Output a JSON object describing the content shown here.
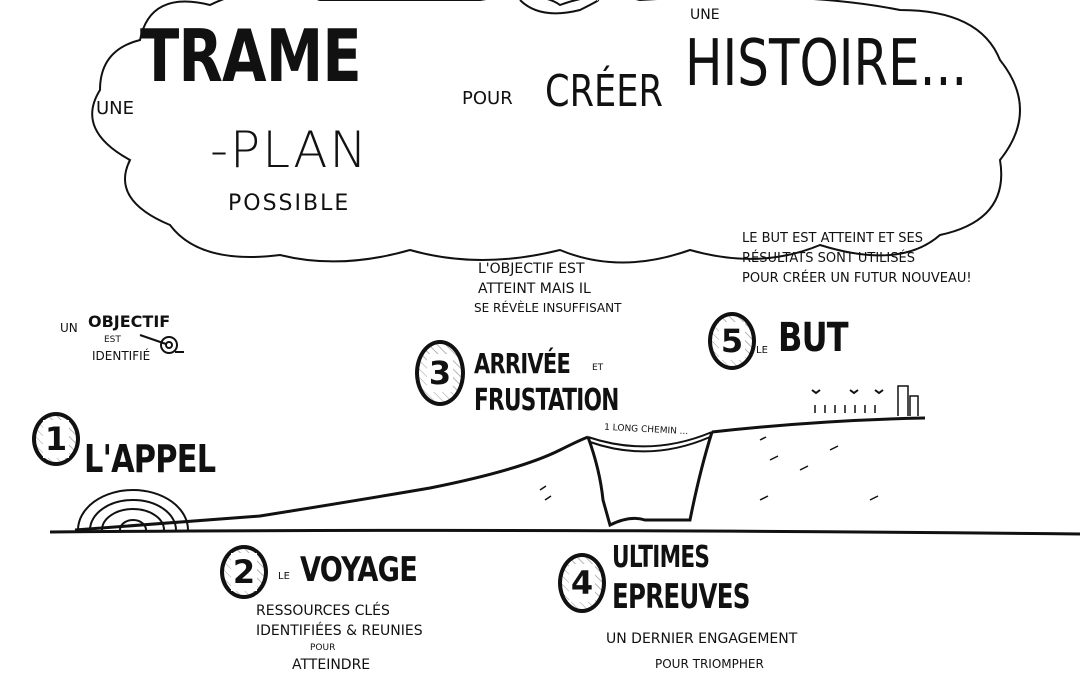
{
  "title": {
    "une": "une",
    "trame": "TRAME",
    "plan": "-PLAN",
    "possible": "possible",
    "pour": "pour",
    "creer": "créer",
    "une2": "une",
    "histoire": "HISTOIRE..."
  },
  "objective_note": {
    "un": "un",
    "objectif": "OBJECTIF",
    "est": "est",
    "identifie": "identifié"
  },
  "stages": [
    {
      "number": "1",
      "prefix": "",
      "title": "L'APPEL"
    },
    {
      "number": "2",
      "prefix": "le",
      "title": "VOYAGE",
      "lines": [
        "Ressources clés",
        "identifiées & reunies",
        "pour",
        "atteindre"
      ]
    },
    {
      "number": "3",
      "prefix": "",
      "title": "ARRIVÉE",
      "suffix": "et",
      "title2": "FRUSTATION",
      "lines": [
        "L'objectif est",
        "atteint mais il",
        "se révèle insuffisant"
      ]
    },
    {
      "number": "4",
      "prefix": "",
      "title": "ULTIMES",
      "title2": "EPREUVES",
      "lines": [
        "un dernier engagement",
        "pour triompher"
      ]
    },
    {
      "number": "5",
      "prefix": "le",
      "title": "BUT",
      "lines": [
        "le BUT est ATTEINT et ses",
        "résultats sont utilisés",
        "pour créer un futur NOUVEAU!"
      ]
    }
  ],
  "bridge_label": "1 long chemin ..."
}
